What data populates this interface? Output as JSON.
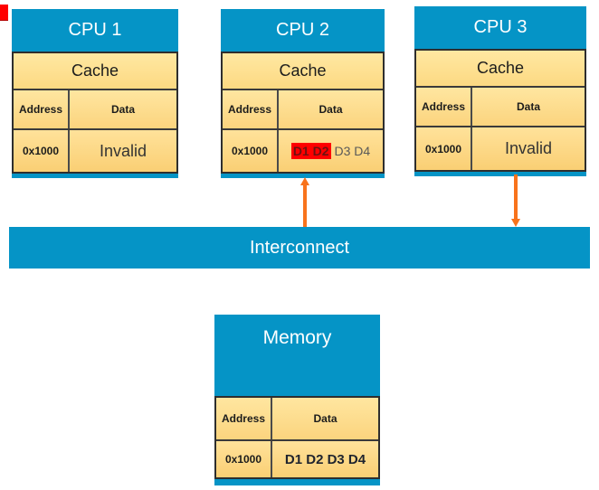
{
  "decoration": {
    "corner_marker": "red-square"
  },
  "colors": {
    "module_blue": "#0594C6",
    "cell_gold_top": "#FFE9A6",
    "cell_gold_bottom": "#FBD077",
    "connector_orange": "#F8731C",
    "highlight_red": "#FF0000",
    "highlight_text": "#6E1212",
    "stale_gray_text": "#595959"
  },
  "cpus": [
    {
      "title": "CPU 1",
      "cache_title": "Cache",
      "address_header": "Address",
      "data_header": "Data",
      "row": {
        "address": "0x1000",
        "data": "Invalid"
      }
    },
    {
      "title": "CPU 2",
      "cache_title": "Cache",
      "address_header": "Address",
      "data_header": "Data",
      "row": {
        "address": "0x1000",
        "data_highlighted": "D1 D2",
        "data_rest": "D3 D4"
      }
    },
    {
      "title": "CPU 3",
      "cache_title": "Cache",
      "address_header": "Address",
      "data_header": "Data",
      "row": {
        "address": "0x1000",
        "data": "Invalid"
      }
    }
  ],
  "connectors": [
    {
      "from": "cpu2",
      "to": "interconnect",
      "arrow_direction": "up"
    },
    {
      "from": "cpu3",
      "to": "interconnect",
      "arrow_direction": "down"
    }
  ],
  "interconnect": {
    "label": "Interconnect"
  },
  "memory": {
    "title": "Memory",
    "address_header": "Address",
    "data_header": "Data",
    "row": {
      "address": "0x1000",
      "data": "D1 D2 D3 D4"
    }
  }
}
